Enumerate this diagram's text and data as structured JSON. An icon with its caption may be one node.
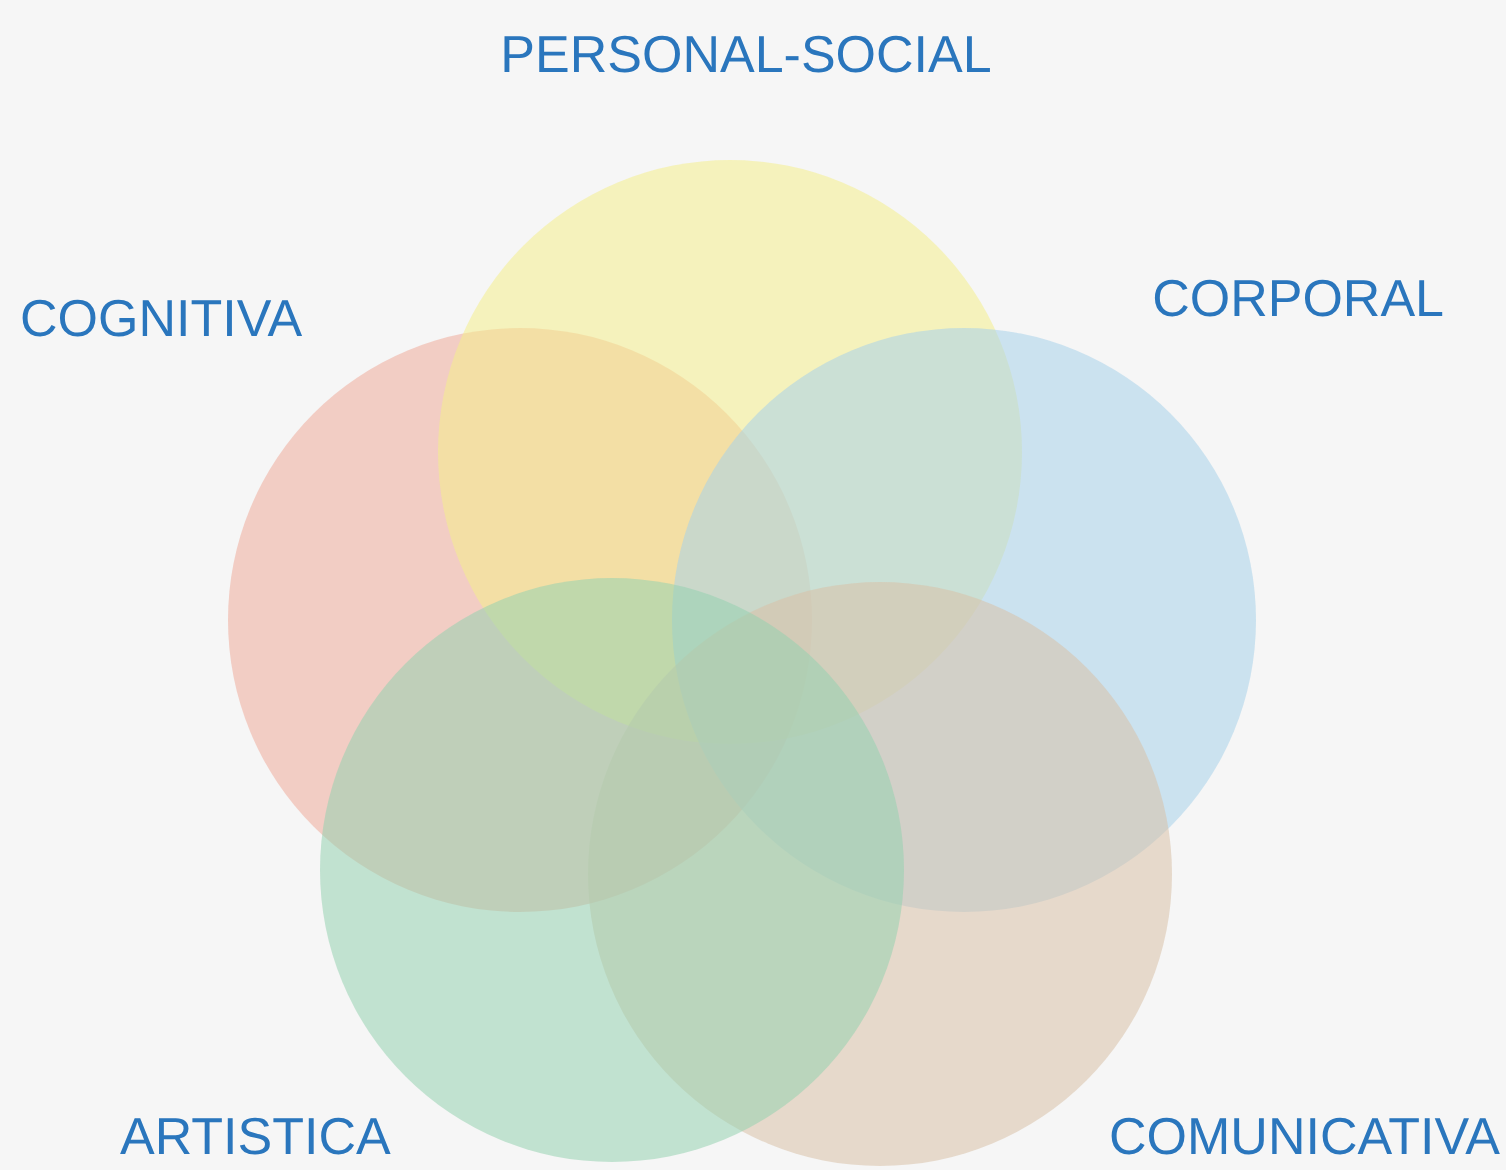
{
  "diagram": {
    "nodes": [
      {
        "text": [
          "PERSONAL-SOCIAL"
        ]
      },
      {
        "text": [
          "CORPORAL"
        ]
      },
      {
        "text": [
          "COMUNICATIVA"
        ]
      },
      {
        "text": [
          "ARTISTICA"
        ]
      },
      {
        "text": [
          "COGNITIVA"
        ]
      }
    ]
  }
}
